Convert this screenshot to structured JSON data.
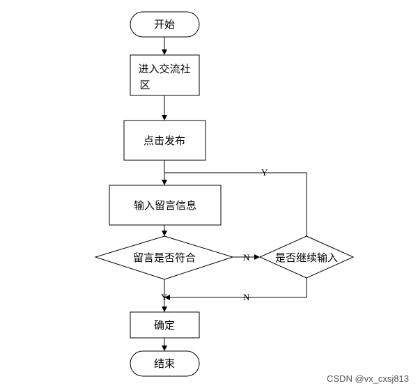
{
  "nodes": {
    "start": "开始",
    "enter_line1": "进入交流社",
    "enter_line2": "区",
    "publish": "点击发布",
    "input": "输入留言信息",
    "check": "留言是否符合",
    "continue": "是否继续输入",
    "confirm": "确定",
    "end": "结束"
  },
  "edge_labels": {
    "check_no": "N",
    "check_yes": "Y",
    "continue_yes": "Y",
    "continue_no": "N"
  },
  "watermark": "CSDN @vx_cxsj813"
}
